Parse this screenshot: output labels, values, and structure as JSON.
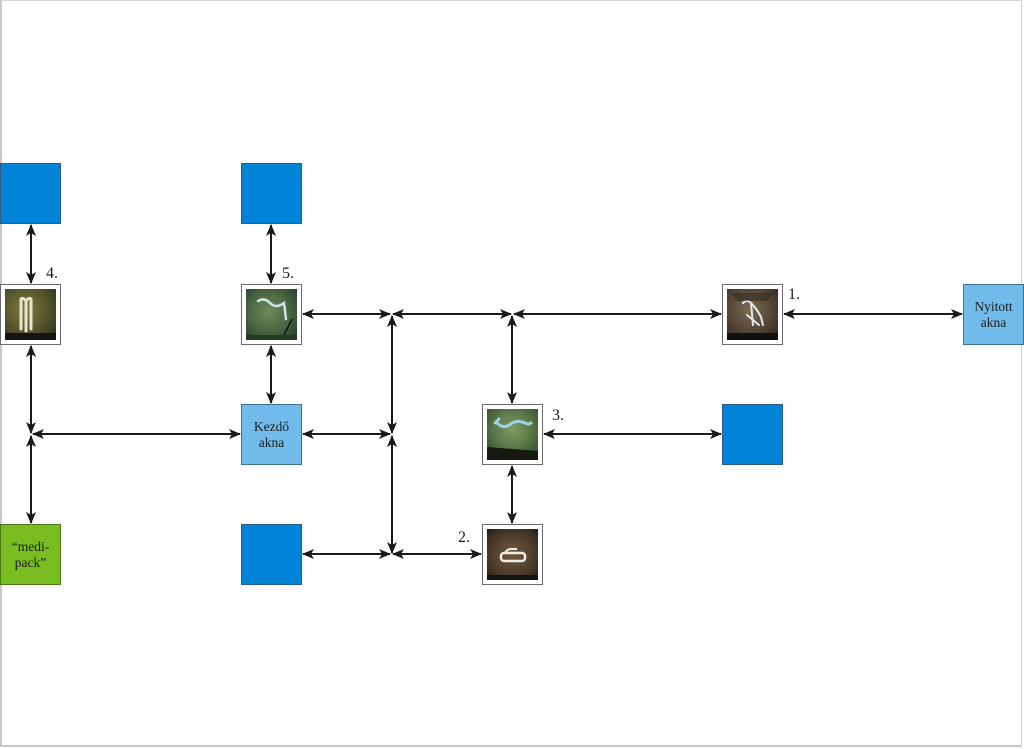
{
  "diagram": {
    "title": "",
    "nodes": {
      "blue_top_left": {
        "kind": "blue",
        "label": ""
      },
      "blue_top_mid": {
        "kind": "blue",
        "label": ""
      },
      "photo_4": {
        "kind": "photo",
        "step": "4.",
        "glyph": "vertical-bars-carving-icon",
        "tone": "olive-brown"
      },
      "photo_5": {
        "kind": "photo",
        "step": "5.",
        "glyph": "wavy-line-carving-icon",
        "tone": "green"
      },
      "photo_1": {
        "kind": "photo",
        "step": "1.",
        "glyph": "bird-carving-icon",
        "tone": "dark-brown"
      },
      "nyitott_akna": {
        "kind": "lightblue",
        "label_line1": "Nyitott",
        "label_line2": "akna"
      },
      "kezdo_akna": {
        "kind": "lightblue",
        "label_line1": "Kezdő",
        "label_line2": "akna"
      },
      "photo_3": {
        "kind": "photo",
        "step": "3.",
        "glyph": "snake-carving-icon",
        "tone": "green"
      },
      "blue_mid_right": {
        "kind": "blue",
        "label": ""
      },
      "medipack": {
        "kind": "green",
        "label_line1": "“medi-",
        "label_line2": "pack”"
      },
      "blue_bottom_mid": {
        "kind": "blue",
        "label": ""
      },
      "photo_2": {
        "kind": "photo",
        "step": "2.",
        "glyph": "basket-carving-icon",
        "tone": "brown"
      }
    },
    "connections": [
      {
        "from": "blue_top_left",
        "to": "photo_4",
        "bidirectional": true
      },
      {
        "from": "photo_4",
        "to": "junction_left",
        "bidirectional": true
      },
      {
        "from": "junction_left",
        "to": "medipack",
        "bidirectional": true
      },
      {
        "from": "junction_left",
        "to": "kezdo_akna",
        "bidirectional": true
      },
      {
        "from": "blue_top_mid",
        "to": "photo_5",
        "bidirectional": true
      },
      {
        "from": "photo_5",
        "to": "kezdo_akna",
        "bidirectional": true
      },
      {
        "from": "photo_5",
        "to": "junction_a",
        "bidirectional": true
      },
      {
        "from": "junction_a",
        "to": "junction_b",
        "bidirectional": true
      },
      {
        "from": "junction_b",
        "to": "photo_1",
        "bidirectional": true
      },
      {
        "from": "photo_1",
        "to": "nyitott_akna",
        "bidirectional": true
      },
      {
        "from": "junction_b",
        "to": "photo_3",
        "bidirectional": true
      },
      {
        "from": "photo_3",
        "to": "blue_mid_right",
        "bidirectional": true
      },
      {
        "from": "photo_3",
        "to": "photo_2",
        "bidirectional": true
      },
      {
        "from": "kezdo_akna",
        "to": "junction_c",
        "bidirectional": true
      },
      {
        "from": "junction_a",
        "to": "junction_c",
        "bidirectional": true
      },
      {
        "from": "junction_c",
        "to": "junction_d",
        "bidirectional": true
      },
      {
        "from": "blue_bottom_mid",
        "to": "junction_d",
        "bidirectional": true
      },
      {
        "from": "junction_d",
        "to": "photo_2",
        "bidirectional": true
      }
    ],
    "colors": {
      "blue": "#0183d8",
      "lightblue": "#72bcec",
      "green": "#78be21",
      "arrow": "#1a1a1a"
    }
  }
}
